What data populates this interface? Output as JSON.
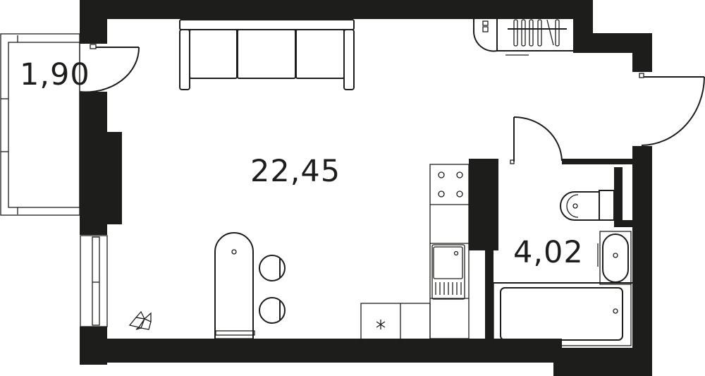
{
  "rooms": {
    "balcony_area": "1,90",
    "living_area": "22,45",
    "bathroom_area": "4,02"
  },
  "colors": {
    "wall": "#1d1d1b",
    "background": "#ffffff"
  }
}
